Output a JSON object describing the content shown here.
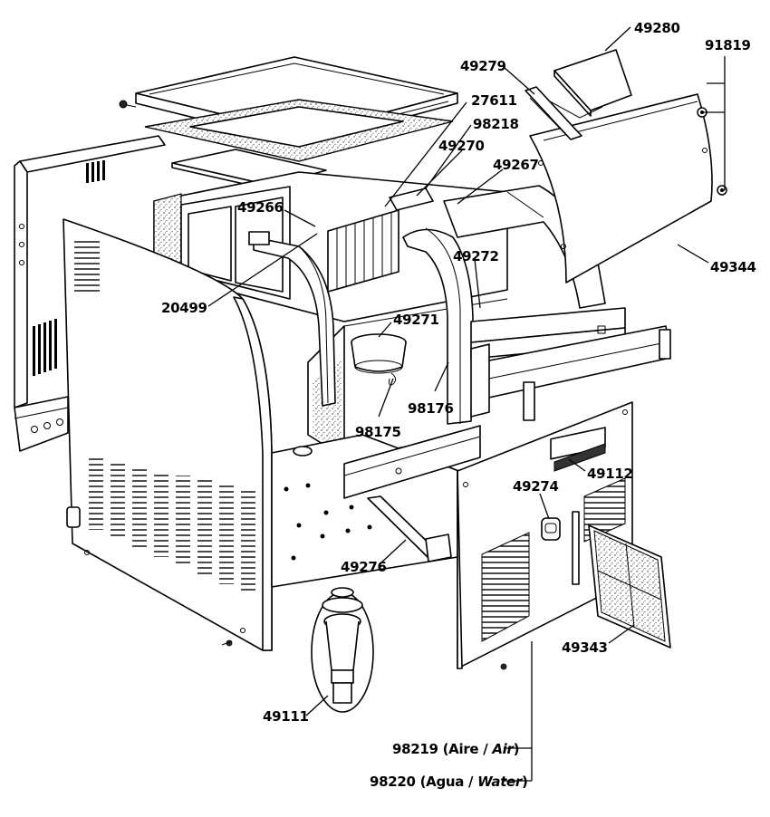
{
  "diagram": {
    "labels": {
      "p49280": "49280",
      "p91819": "91819",
      "p49279": "49279",
      "p27611": "27611",
      "p98218": "98218",
      "p49270": "49270",
      "p49267": "49267",
      "p49266": "49266",
      "p49272": "49272",
      "p49344": "49344",
      "p20499": "20499",
      "p49271": "49271",
      "p98176": "98176",
      "p98175": "98175",
      "p49112": "49112",
      "p49274": "49274",
      "p49276": "49276",
      "p49343": "49343",
      "p49111": "49111",
      "p98219_num": "98219 (Aire / ",
      "p98219_it": "Air",
      "p98219_end": ")",
      "p98220_num": "98220 (Agua / ",
      "p98220_it": "Water",
      "p98220_end": ")"
    }
  }
}
